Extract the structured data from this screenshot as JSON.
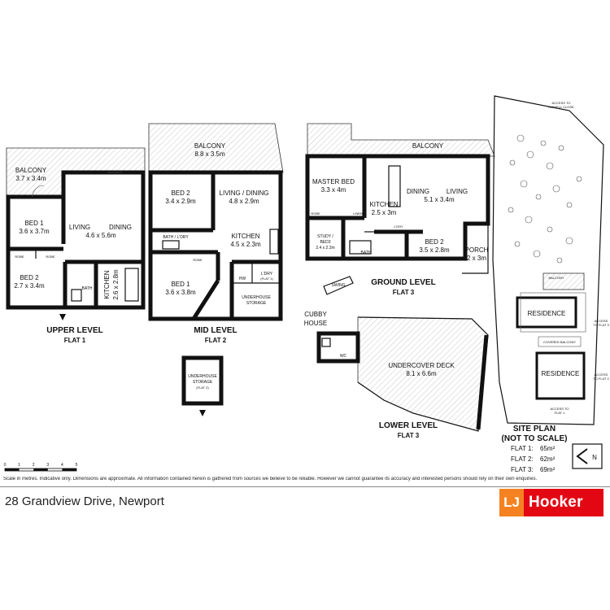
{
  "title": "28 Grandview Drive, Newport",
  "disclaimer": "Scale in metres. Indicative only. Dimensions are approximate. All information contained herein is gathered from sources we believe to be reliable. However we cannot guarantee its accuracy and interested persons should rely on their own enquiries.",
  "brand": {
    "lj": "LJ",
    "name": "Hooker",
    "color": "#e30613",
    "accent": "#f58220"
  },
  "scale_bar": {
    "ticks": [
      "0",
      "1",
      "2",
      "3",
      "4",
      "5"
    ]
  },
  "levels": {
    "upper": {
      "title": "UPPER LEVEL",
      "subtitle": "FLAT 1",
      "rooms": {
        "balcony": {
          "name": "BALCONY",
          "dim": "3.7 x 3.4m"
        },
        "bed1": {
          "name": "BED 1",
          "dim": "3.6 x 3.7m"
        },
        "living": {
          "name": "LIVING",
          "dim": "4.6 x 5.6m"
        },
        "dining": {
          "name": "DINING"
        },
        "bed2": {
          "name": "BED 2",
          "dim": "2.7 x 3.4m"
        },
        "kitchen": {
          "name": "KITCHEN",
          "dim": "2.6 x 2.8m"
        },
        "bath": {
          "name": "BATH"
        },
        "robe1": {
          "name": "ROBE"
        },
        "robe2": {
          "name": "ROBE"
        }
      }
    },
    "mid": {
      "title": "MID LEVEL",
      "subtitle": "FLAT 2",
      "rooms": {
        "balcony": {
          "name": "BALCONY",
          "dim": "8.8 x 3.5m"
        },
        "bed2": {
          "name": "BED 2",
          "dim": "3.4 x 2.9m"
        },
        "living": {
          "name": "LIVING / DINING",
          "dim": "4.8 x 2.9m"
        },
        "bathldry": {
          "name": "BATH / L'DRY"
        },
        "kitchen": {
          "name": "KITCHEN",
          "dim": "4.5 x 2.3m"
        },
        "bed1": {
          "name": "BED 1",
          "dim": "3.6 x 3.8m"
        },
        "robe": {
          "name": "ROBE"
        },
        "hw": {
          "name": "HW"
        },
        "ldry": {
          "name": "L'DRY",
          "sub": "(FLAT 1)"
        },
        "storage": {
          "name": "UNDERHOUSE",
          "sub": "STORAGE"
        }
      }
    },
    "storage": {
      "name": "UNDERHOUSE",
      "sub": "STORAGE",
      "note": "(FLAT 2)"
    },
    "ground": {
      "title": "GROUND LEVEL",
      "subtitle": "FLAT 3",
      "rooms": {
        "balcony": {
          "name": "BALCONY"
        },
        "master": {
          "name": "MASTER BED",
          "dim": "3.3 x 4m"
        },
        "kitchen": {
          "name": "KITCHEN",
          "dim": "2.5 x 3m"
        },
        "dining": {
          "name": "DINING"
        },
        "living": {
          "name": "LIVING",
          "dim": "5.1 x 3.4m"
        },
        "study": {
          "name": "STUDY /",
          "name2": "BED3",
          "dim": "2.4 x 2.2m"
        },
        "bath": {
          "name": "BATH"
        },
        "ldry": {
          "name": "L'DRY"
        },
        "bed2": {
          "name": "BED 2",
          "dim": "3.5 x 2.8m"
        },
        "porch": {
          "name": "PORCH",
          "dim": "2 x 3m"
        },
        "linen": {
          "name": "LINEN"
        },
        "robe": {
          "name": "ROBE"
        }
      }
    },
    "lower": {
      "title": "LOWER LEVEL",
      "subtitle": "FLAT 3",
      "rooms": {
        "cubby": {
          "name": "CUBBY",
          "name2": "HOUSE"
        },
        "swing": {
          "name": "SWING"
        },
        "wc": {
          "name": "WC"
        },
        "deck": {
          "name": "UNDERCOVER DECK",
          "dim": "8.1 x 6.6m"
        }
      }
    }
  },
  "site_plan": {
    "title": "SITE PLAN",
    "subtitle": "(NOT TO SCALE)",
    "labels": {
      "access_top": "ACCESS TO",
      "access_top2": "HOWELL CLOSE",
      "balcony": "BALCONY",
      "residence1": "RESIDENCE",
      "access_flat3": "ACCESS",
      "access_flat3b": "TO FLAT 3",
      "covered": "COVERED BALCONY",
      "residence2": "RESIDENCE",
      "access_flat2": "ACCESS",
      "access_flat2b": "TO FLAT 2",
      "access_flat1": "ACCESS TO",
      "access_flat1b": "FLAT 1"
    },
    "areas": [
      {
        "label": "FLAT 1:",
        "value": "65m²"
      },
      {
        "label": "FLAT 2:",
        "value": "62m²"
      },
      {
        "label": "FLAT 3:",
        "value": "69m²"
      }
    ],
    "north": "N"
  }
}
